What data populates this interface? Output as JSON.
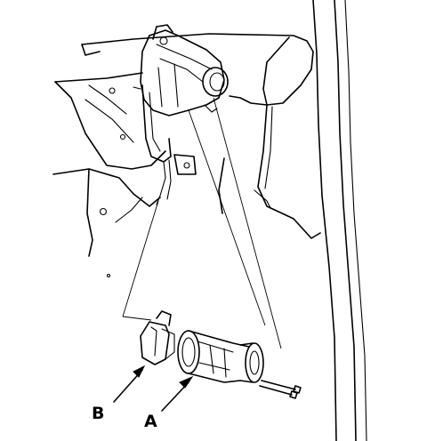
{
  "diagram": {
    "callouts": [
      {
        "id": "B",
        "label": "B"
      },
      {
        "id": "A",
        "label": "A"
      }
    ]
  }
}
